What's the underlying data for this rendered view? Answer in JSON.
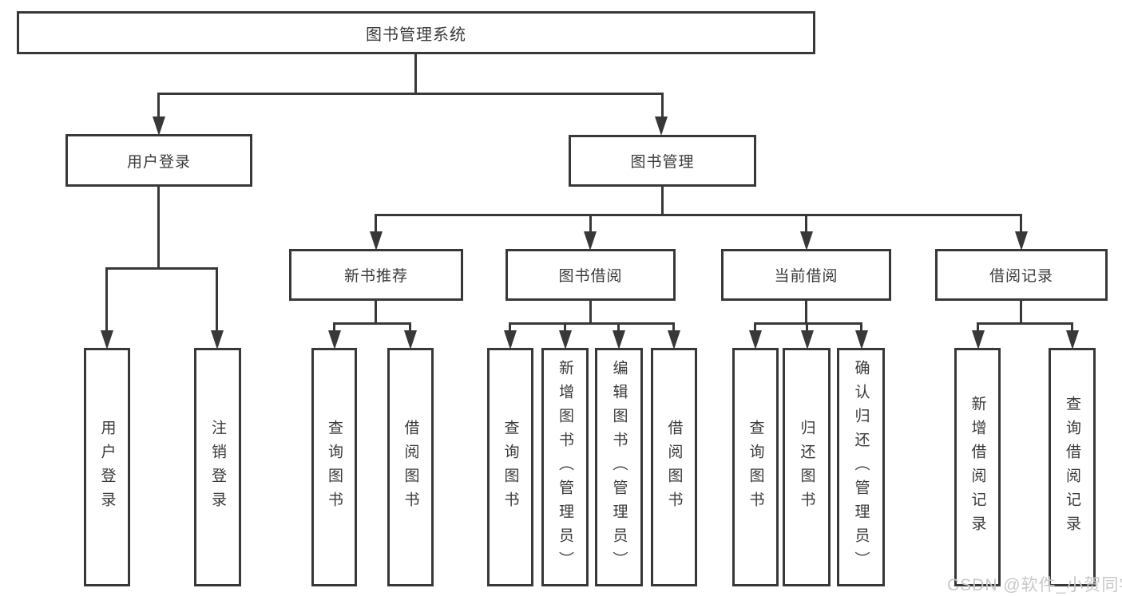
{
  "diagram": {
    "root": {
      "label": "图书管理系统"
    },
    "level2": [
      {
        "label": "用户登录"
      },
      {
        "label": "图书管理"
      }
    ],
    "level3": [
      {
        "label": "新书推荐"
      },
      {
        "label": "图书借阅"
      },
      {
        "label": "当前借阅"
      },
      {
        "label": "借阅记录"
      }
    ],
    "leaves": [
      {
        "label": "用户登录"
      },
      {
        "label": "注销登录"
      },
      {
        "label": "查询图书"
      },
      {
        "label": "借阅图书"
      },
      {
        "label": "查询图书"
      },
      {
        "label": "新增图书（管理员）"
      },
      {
        "label": "编辑图书（管理员）"
      },
      {
        "label": "借阅图书"
      },
      {
        "label": "查询图书"
      },
      {
        "label": "归还图书"
      },
      {
        "label": "确认归还（管理员）"
      },
      {
        "label": "新增借阅记录"
      },
      {
        "label": "查询借阅记录"
      }
    ],
    "colors": {
      "line": "#383838",
      "text": "#3a3a3a",
      "background": "#ffffff",
      "watermark": "#c8c8c8"
    }
  },
  "watermark": {
    "text": "CSDN @软件_小贺同学"
  }
}
